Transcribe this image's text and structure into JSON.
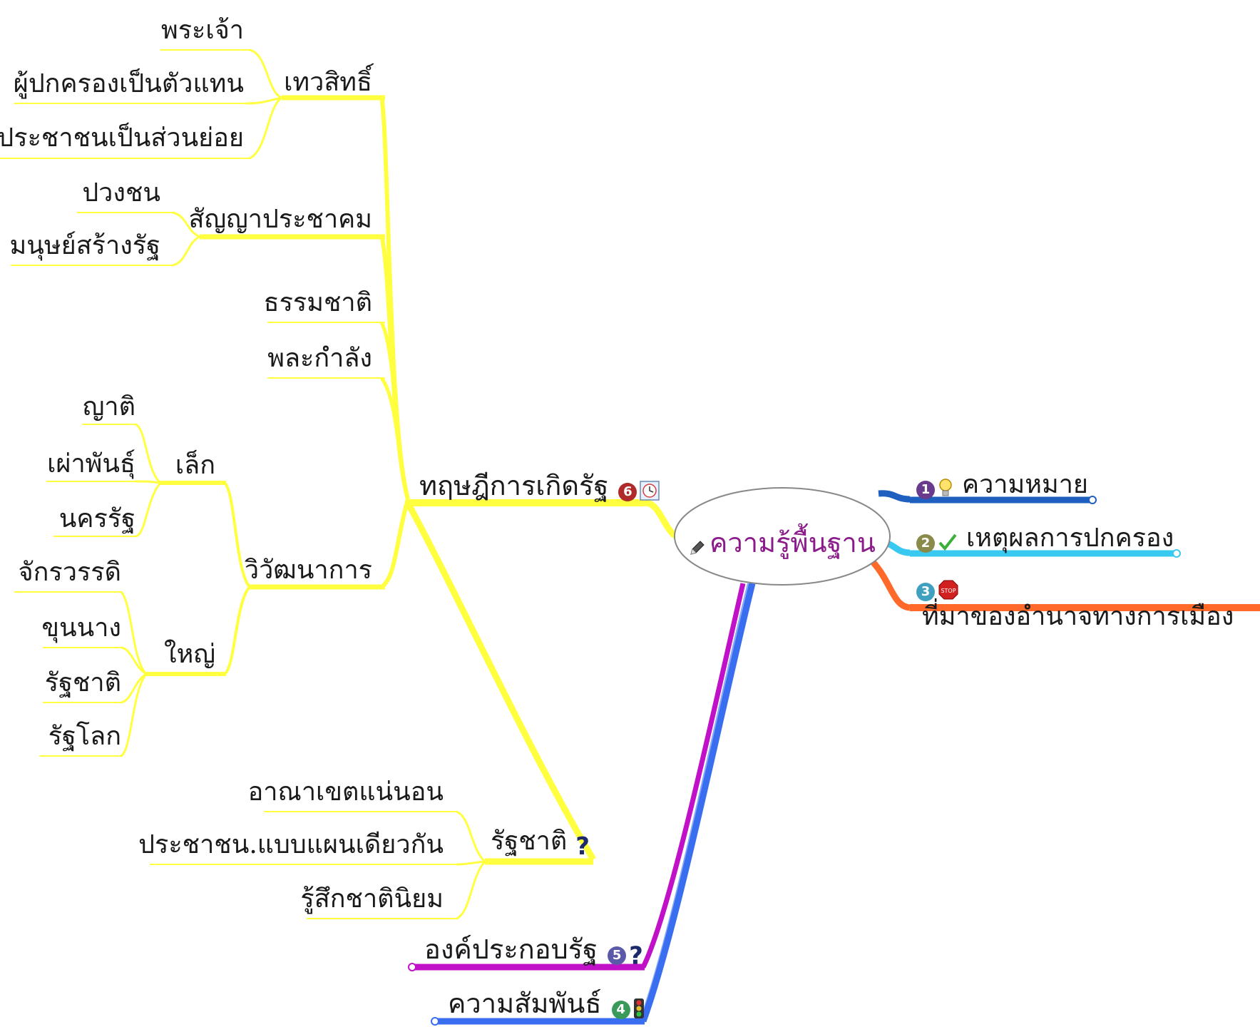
{
  "center": {
    "label": "ความรู้พื้นฐาน",
    "icon": "pencil-icon"
  },
  "right_branches": [
    {
      "label": "ความหมาย",
      "badge": "1",
      "icon": "lightbulb-icon",
      "color": "#1f5fbf"
    },
    {
      "label": "เหตุผลการปกครอง",
      "badge": "2",
      "icon": "checkmark-icon",
      "color": "#38c8f0"
    },
    {
      "label": "ที่มาของอำนาจทางการเมือง",
      "badge": "3",
      "icon": "stop-sign-icon",
      "color": "#ff6a2a"
    }
  ],
  "theory": {
    "label": "ทฤษฎีการเกิดรัฐ",
    "badge": "6",
    "icon": "clock-icon",
    "color": "#ffff40",
    "divine": {
      "label": "เทวสิทธิ์",
      "children": [
        "พระเจ้า",
        "ผู้ปกครองเป็นตัวแทน",
        "ประชาชนเป็นส่วนย่อย"
      ]
    },
    "contract": {
      "label": "สัญญาประชาคม",
      "children": [
        "ปวงชน",
        "มนุษย์สร้างรัฐ"
      ]
    },
    "nature": {
      "label": "ธรรมชาติ"
    },
    "force": {
      "label": "พละกำลัง"
    },
    "evolution": {
      "label": "วิวัฒนาการ",
      "small": {
        "label": "เล็ก",
        "children": [
          "ญาติ",
          "เผ่าพันธุ์",
          "นครรัฐ"
        ]
      },
      "large": {
        "label": "ใหญ่",
        "children": [
          "จักรวรรดิ",
          "ขุนนาง",
          "รัฐชาติ",
          "รัฐโลก"
        ]
      }
    }
  },
  "nation_state": {
    "label": "รัฐชาติ",
    "icon": "question-icon",
    "children": [
      "อาณาเขตแน่นอน",
      "ประชาชน.แบบแผนเดียวกัน",
      "รู้สึกชาตินิยม"
    ]
  },
  "elements": {
    "label": "องค์ประกอบรัฐ",
    "badge": "5",
    "icon": "question-icon",
    "color": "#c010c8"
  },
  "relations": {
    "label": "ความสัมพันธ์",
    "badge": "4",
    "icon": "traffic-light-icon",
    "color": "#3a6ef0"
  }
}
